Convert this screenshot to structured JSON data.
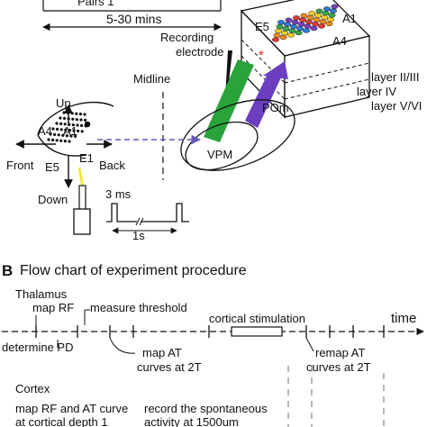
{
  "panel_a": {
    "stim_protocol": {
      "top_label_partial": "Pairs 1",
      "duration_label": "5-30 mins"
    },
    "whisker_pad": {
      "directions": {
        "up": "Up",
        "down": "Down",
        "front": "Front",
        "back": "Back"
      },
      "whisker_labels": {
        "a1": "A1",
        "a4": "A4",
        "e1": "E1",
        "e5": "E5"
      }
    },
    "pulse_train": {
      "width_label": "3 ms",
      "period_label": "1s"
    },
    "recording_electrode": "Recording\nelectrode",
    "midline": "Midline",
    "thalamus": {
      "vpm": "VPM",
      "pom": "POm"
    },
    "cortex": {
      "e5": "E5",
      "a1": "A1",
      "a4": "A4",
      "layers": [
        "layer II/III",
        "layer IV",
        "layer V/VI"
      ]
    },
    "colors": {
      "green_pathway": "#2aa33a",
      "purple_pathway": "#6b3fbf",
      "stim_wire": "#f2ea34",
      "dashed_arrow": "#6b58b8",
      "barrel_colors": [
        "#e23b3b",
        "#f08a24",
        "#f2d024",
        "#3aa64a",
        "#2f7bd6",
        "#7a3fbf"
      ]
    }
  },
  "panel_b": {
    "letter": "B",
    "title": "Flow chart of experiment procedure",
    "thalamus_heading": "Thalamus",
    "cortex_heading": "Cortex",
    "time_label": "time",
    "steps": {
      "map_rf": "map RF",
      "measure_threshold": "measure threshold",
      "cortical_stimulation": "cortical stimulation",
      "determine_pd": "determine PD",
      "map_at_1": "map AT\ncurves at 2T",
      "remap_at": "remap AT\ncurves at 2T",
      "cortex_map": "map RF and AT curve\nat cortical depth 1",
      "cortex_record": "record the spontaneous\nactivity at 1500um"
    }
  }
}
